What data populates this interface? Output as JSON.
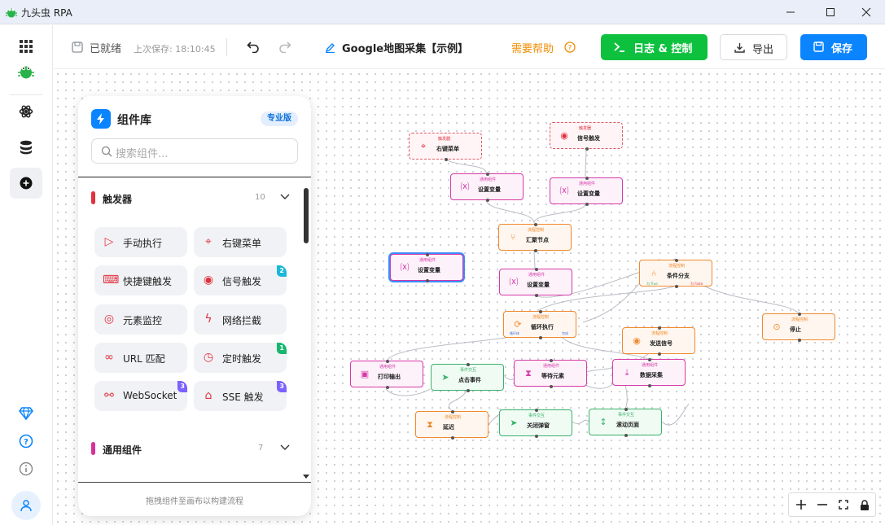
{
  "app": {
    "title": "九头虫 RPA"
  },
  "toolbar": {
    "status": "已就绪",
    "last_saved": "上次保存: 18:10:45",
    "workflow_title": "Google地图采集【示例】",
    "help": "需要帮助",
    "logs": "日志 & 控制",
    "export": "导出",
    "save": "保存"
  },
  "panel": {
    "title": "组件库",
    "badge": "专业版",
    "search_placeholder": "搜索组件...",
    "trigger": {
      "name": "触发器",
      "count": "10",
      "items": [
        {
          "label": "手动执行",
          "icon": "play-icon"
        },
        {
          "label": "右键菜单",
          "icon": "pointer-click-icon"
        },
        {
          "label": "快捷键触发",
          "icon": "keyboard-icon"
        },
        {
          "label": "信号触发",
          "icon": "radio-signal-icon",
          "vip": "2"
        },
        {
          "label": "元素监控",
          "icon": "eye-icon"
        },
        {
          "label": "网络拦截",
          "icon": "lightning-icon"
        },
        {
          "label": "URL 匹配",
          "icon": "link-icon"
        },
        {
          "label": "定时触发",
          "icon": "clock-icon",
          "vip": "1"
        },
        {
          "label": "WebSocket",
          "icon": "webhook-icon",
          "vip": "3"
        },
        {
          "label": "SSE 触发",
          "icon": "router-icon",
          "vip": "3"
        }
      ]
    },
    "general": {
      "name": "通用组件",
      "count": "7"
    },
    "footer": "拖拽组件至画布以构建流程"
  },
  "nodes": [
    {
      "cat": "触发器",
      "name": "右键菜单",
      "icon": "pointer-click-icon"
    },
    {
      "cat": "触发器",
      "name": "信号触发",
      "icon": "radio-signal-icon"
    },
    {
      "cat": "通用组件",
      "name": "设置变量",
      "icon": "variable-icon"
    },
    {
      "cat": "通用组件",
      "name": "设置变量",
      "icon": "variable-icon"
    },
    {
      "cat": "流程控制",
      "name": "汇聚节点",
      "icon": "merge-icon"
    },
    {
      "cat": "通用组件",
      "name": "设置变量",
      "icon": "variable-icon"
    },
    {
      "cat": "通用组件",
      "name": "设置变量",
      "icon": "variable-icon"
    },
    {
      "cat": "流程控制",
      "name": "条件分支",
      "icon": "branch-icon"
    },
    {
      "cat": "流程控制",
      "name": "循环执行",
      "icon": "loop-icon"
    },
    {
      "cat": "流程控制",
      "name": "发送信号",
      "icon": "radio-signal-icon"
    },
    {
      "cat": "流程控制",
      "name": "停止",
      "icon": "stop-icon"
    },
    {
      "cat": "通用组件",
      "name": "打印输出",
      "icon": "terminal-icon"
    },
    {
      "cat": "事件交互",
      "name": "点击事件",
      "icon": "cursor-icon"
    },
    {
      "cat": "通用组件",
      "name": "等待元素",
      "icon": "hourglass-icon"
    },
    {
      "cat": "通用组件",
      "name": "数据采集",
      "icon": "download-icon"
    },
    {
      "cat": "流程控制",
      "name": "延迟",
      "icon": "hourglass-icon"
    },
    {
      "cat": "事件交互",
      "name": "关闭弹窗",
      "icon": "cursor-icon"
    },
    {
      "cat": "事件交互",
      "name": "滚动页面",
      "icon": "scroll-icon"
    }
  ],
  "port_labels": {
    "true": "为 True",
    "false": "为 False",
    "loop_body": "循环体",
    "done": "完成"
  },
  "colors": {
    "primary": "#0a84ff",
    "green": "#0dc13f",
    "trigger": "#e0313f",
    "var": "#d63aa8",
    "flow": "#f0892e",
    "event": "#39b26a",
    "help": "#f08c00",
    "vip": "#7b61ff",
    "vip_green": "#18b66e"
  }
}
